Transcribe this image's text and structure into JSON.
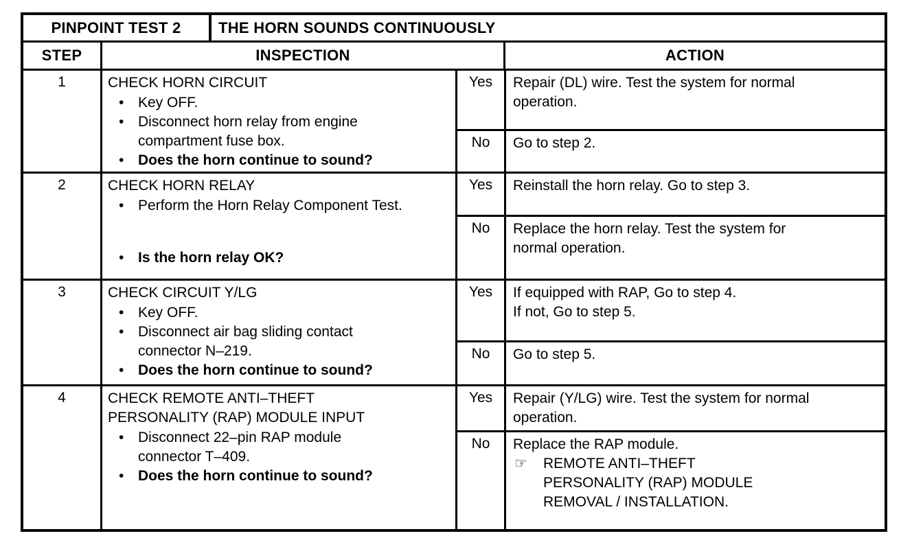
{
  "page": {
    "ink": "#000000",
    "paper": "#ffffff"
  },
  "header": {
    "test_label": "PINPOINT TEST 2",
    "test_title": "THE HORN SOUNDS CONTINUOUSLY",
    "col_step": "STEP",
    "col_inspection": "INSPECTION",
    "col_action": "ACTION"
  },
  "icons": {
    "bullet": "•",
    "pointer_hand": "☞"
  },
  "rows": [
    {
      "step": "1",
      "heading": "CHECK HORN CIRCUIT",
      "bullets": [
        "Key OFF.",
        "Disconnect horn relay from engine\ncompartment fuse box.",
        "Does the horn continue to sound?"
      ],
      "yes_label": "Yes",
      "yes_text": "Repair (DL) wire. Test the system for normal\noperation.",
      "no_label": "No",
      "no_text": "Go to step 2."
    },
    {
      "step": "2",
      "heading": "CHECK HORN RELAY",
      "bullets": [
        "Perform the Horn Relay Component Test.",
        "Is the horn relay OK?"
      ],
      "yes_label": "Yes",
      "yes_text": "Reinstall the horn relay. Go to step 3.",
      "no_label": "No",
      "no_text": "Replace the horn relay. Test the system for\nnormal operation."
    },
    {
      "step": "3",
      "heading": "CHECK CIRCUIT Y/LG",
      "bullets": [
        "Key OFF.",
        "Disconnect air bag sliding contact\nconnector N–219.",
        "Does the horn continue to sound?"
      ],
      "yes_label": "Yes",
      "yes_text": "If equipped with RAP, Go to step 4.\nIf not, Go to step 5.",
      "no_label": "No",
      "no_text": "Go to step 5."
    },
    {
      "step": "4",
      "heading": "CHECK REMOTE ANTI–THEFT\nPERSONALITY (RAP) MODULE INPUT",
      "bullets": [
        "Disconnect 22–pin RAP module\nconnector T–409.",
        "Does the horn continue to sound?"
      ],
      "yes_label": "Yes",
      "yes_text": "Repair (Y/LG) wire. Test the system for normal\noperation.",
      "no_label": "No",
      "no_text": "Replace the RAP module.",
      "no_reference": "REMOTE ANTI–THEFT\nPERSONALITY (RAP) MODULE\nREMOVAL / INSTALLATION."
    }
  ]
}
